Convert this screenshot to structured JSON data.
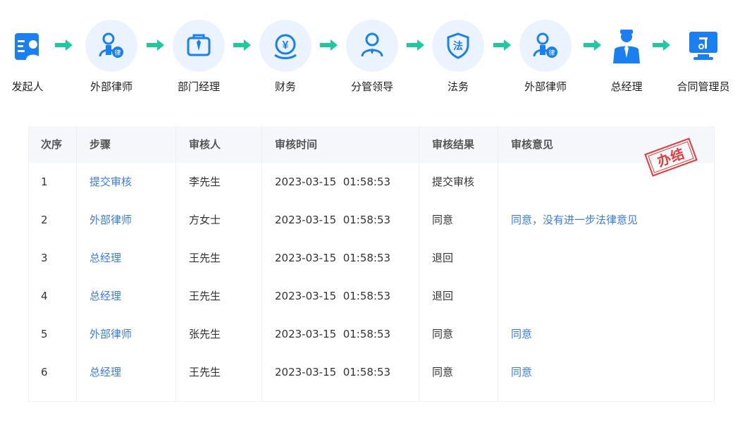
{
  "flow": {
    "steps": [
      {
        "label": "发起人",
        "icon": "initiator-card-icon"
      },
      {
        "label": "外部律师",
        "icon": "lawyer-icon"
      },
      {
        "label": "部门经理",
        "icon": "manager-tie-icon"
      },
      {
        "label": "财务",
        "icon": "finance-yen-icon"
      },
      {
        "label": "分管领导",
        "icon": "leader-person-icon"
      },
      {
        "label": "法务",
        "icon": "legal-shield-icon"
      },
      {
        "label": "外部律师",
        "icon": "lawyer-icon"
      },
      {
        "label": "总经理",
        "icon": "general-manager-icon"
      },
      {
        "label": "合同管理员",
        "icon": "contract-admin-monitor-icon"
      }
    ]
  },
  "table": {
    "headers": [
      "次序",
      "步骤",
      "审核人",
      "审核时间",
      "审核结果",
      "审核意见"
    ],
    "rows": [
      {
        "order": "1",
        "step": "提交审核",
        "reviewer": "李先生",
        "time": "2023-03-15  01:58:53",
        "result": "提交审核",
        "comment": ""
      },
      {
        "order": "2",
        "step": "外部律师",
        "reviewer": "方女士",
        "time": "2023-03-15  01:58:53",
        "result": "同意",
        "comment": "同意，没有进一步法律意见"
      },
      {
        "order": "3",
        "step": "总经理",
        "reviewer": "王先生",
        "time": "2023-03-15  01:58:53",
        "result": "退回",
        "comment": ""
      },
      {
        "order": "4",
        "step": "总经理",
        "reviewer": "王先生",
        "time": "2023-03-15  01:58:53",
        "result": "退回",
        "comment": ""
      },
      {
        "order": "5",
        "step": "外部律师",
        "reviewer": "张先生",
        "time": "2023-03-15  01:58:53",
        "result": "同意",
        "comment": "同意"
      },
      {
        "order": "6",
        "step": "总经理",
        "reviewer": "王先生",
        "time": "2023-03-15  01:58:53",
        "result": "同意",
        "comment": "同意"
      }
    ]
  },
  "stamp": {
    "text": "办结"
  },
  "colors": {
    "accent": "#3a7bea",
    "arrow": "#1fc9a0",
    "stamp": "#e33b3b",
    "icon_blue": "#1a7ff0"
  }
}
